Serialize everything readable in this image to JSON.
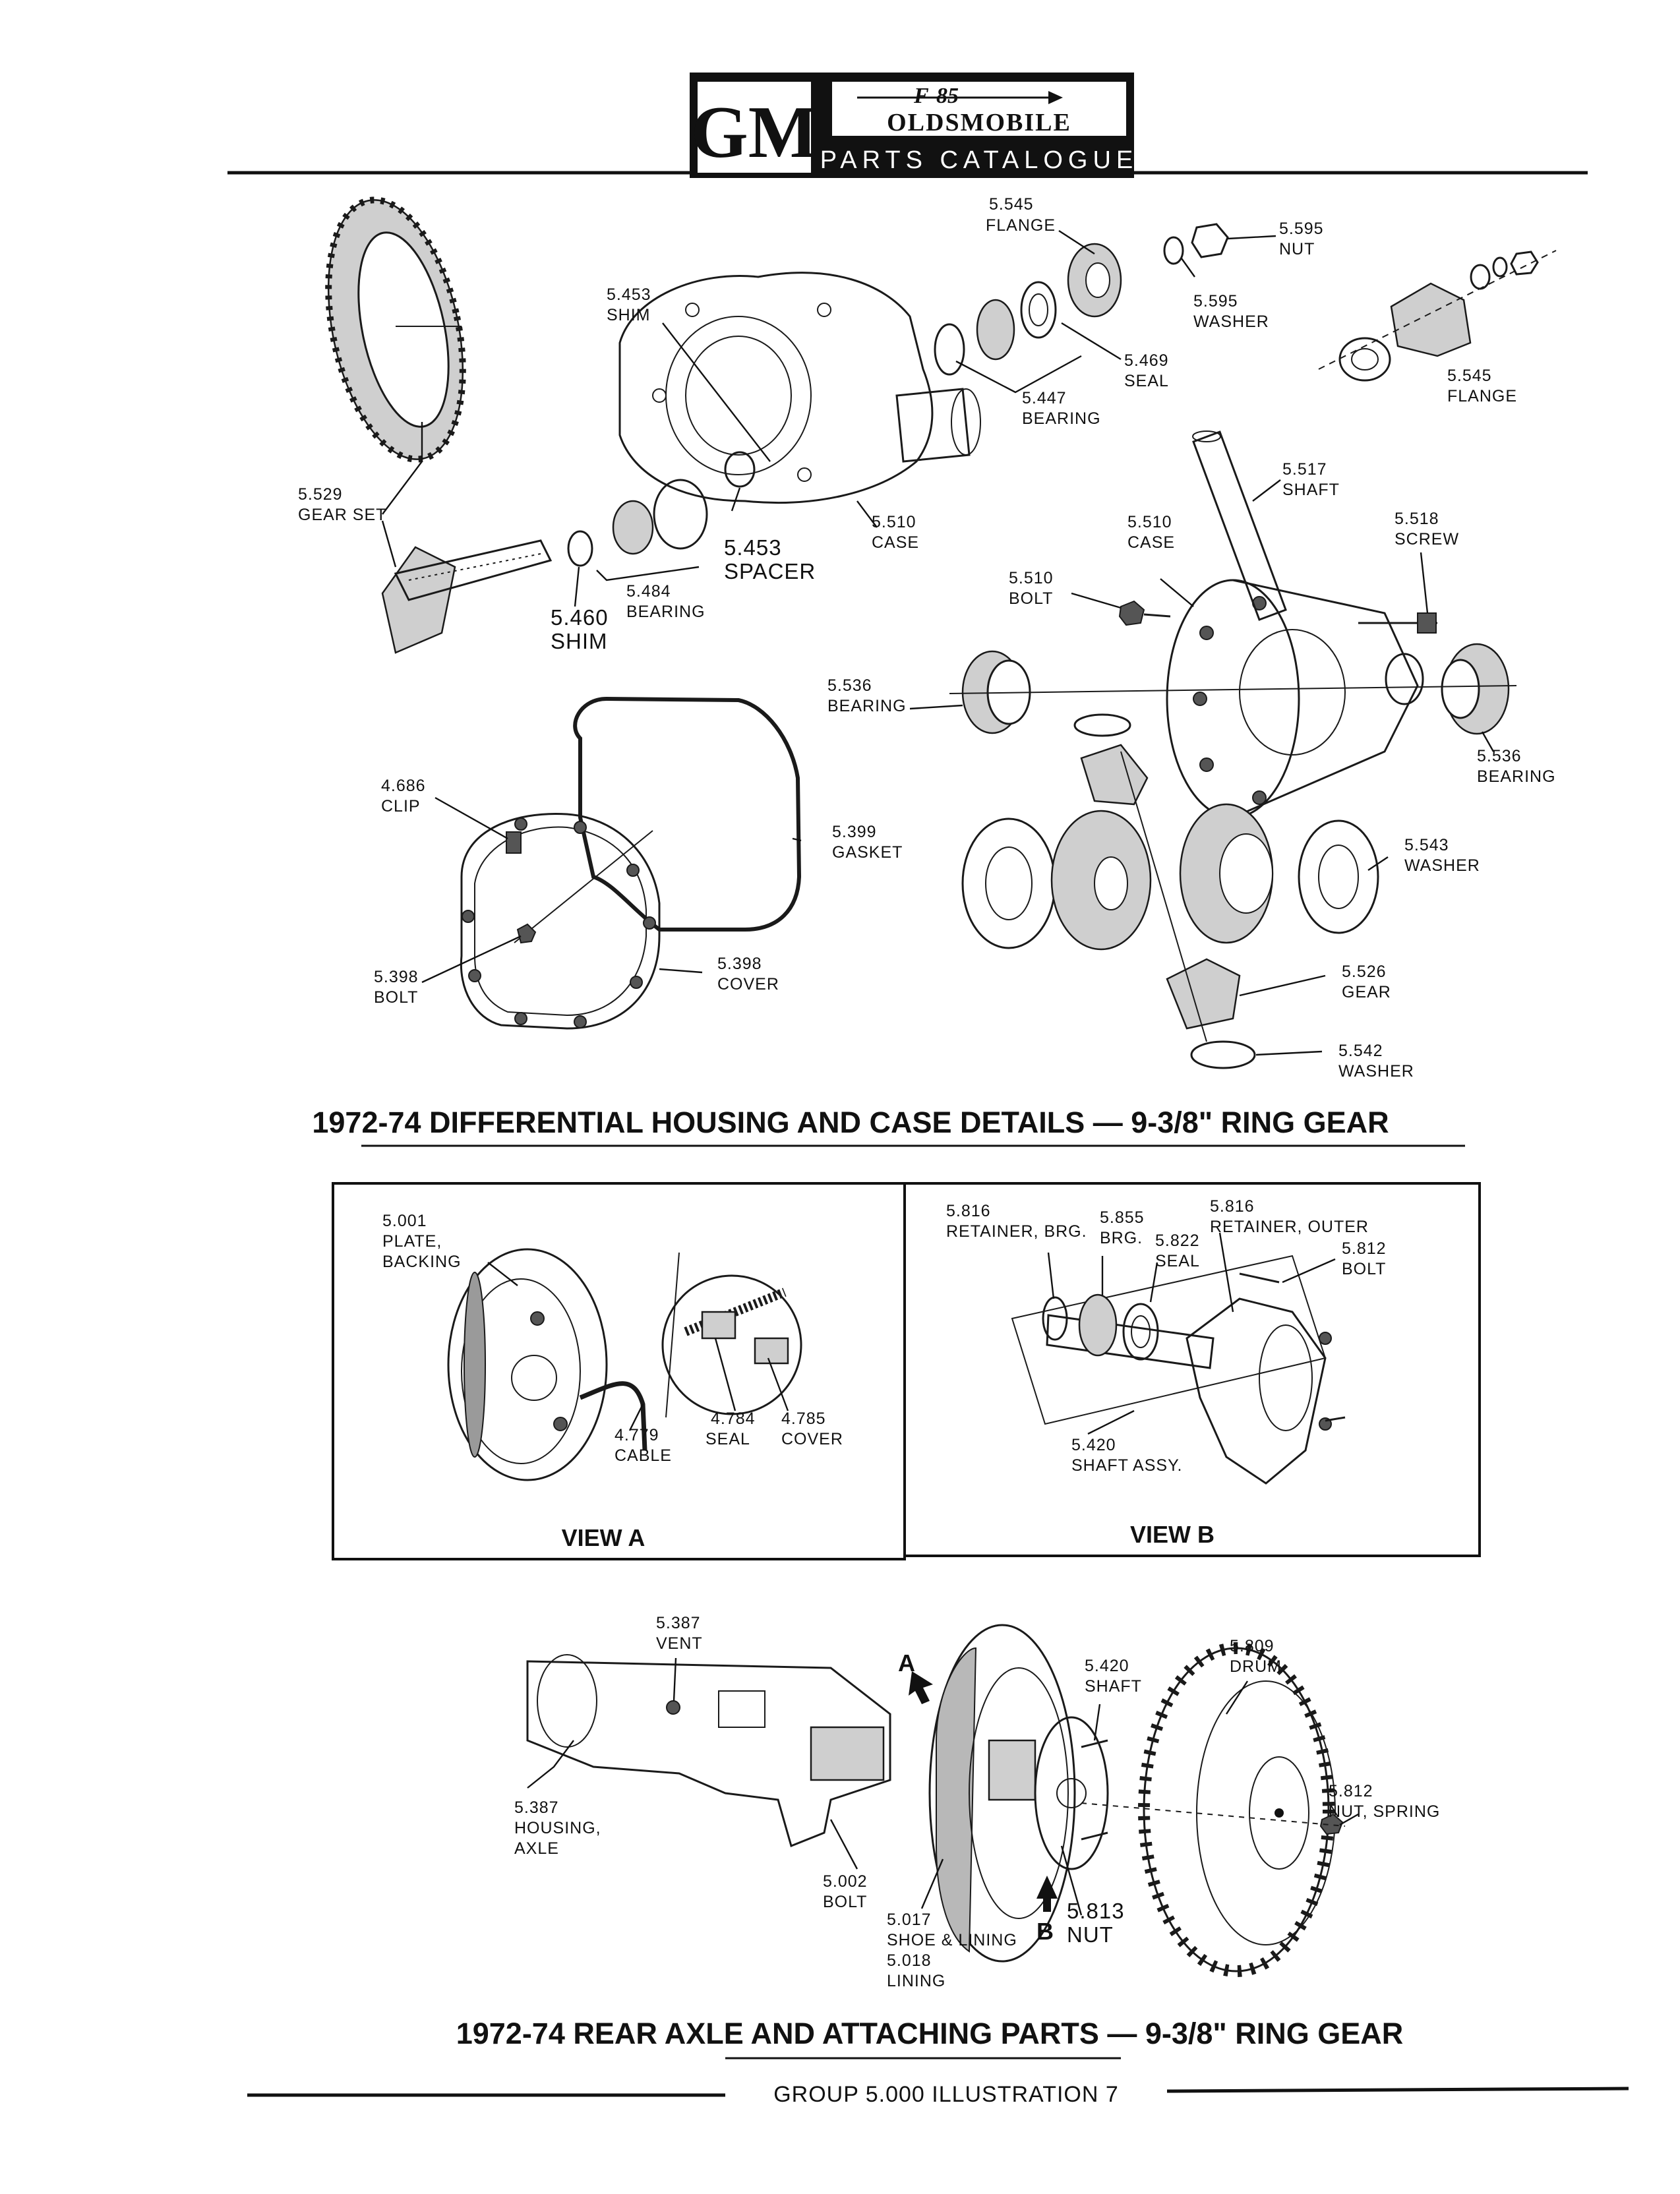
{
  "header": {
    "brand": "GM",
    "model": "F-85",
    "make": "OLDSMOBILE",
    "catalogue": "PARTS CATALOGUE"
  },
  "section1": {
    "caption": "1972-74 DIFFERENTIAL HOUSING AND CASE DETAILS — 9-3/8\" RING GEAR",
    "labels": {
      "flange_top": [
        "5.545",
        "FLANGE"
      ],
      "nut": [
        "5.595",
        "NUT"
      ],
      "washer": [
        "5.595",
        "WASHER"
      ],
      "seal": [
        "5.469",
        "SEAL"
      ],
      "bearing_pinion": [
        "5.447",
        "BEARING"
      ],
      "flange_right": [
        "5.545",
        "FLANGE"
      ],
      "shim_top": [
        "5.453",
        "SHIM"
      ],
      "gear_set": [
        "5.529",
        "GEAR SET"
      ],
      "spacer": [
        "5.453",
        "SPACER"
      ],
      "case_housing": [
        "5.510",
        "CASE"
      ],
      "bearing_484": [
        "5.484",
        "BEARING"
      ],
      "shim_460": [
        "5.460",
        "SHIM"
      ],
      "shaft_517": [
        "5.517",
        "SHAFT"
      ],
      "case_diff": [
        "5.510",
        "CASE"
      ],
      "screw": [
        "5.518",
        "SCREW"
      ],
      "bolt_510": [
        "5.510",
        "BOLT"
      ],
      "bearing_536_left": [
        "5.536",
        "BEARING"
      ],
      "bearing_536_right": [
        "5.536",
        "BEARING"
      ],
      "clip": [
        "4.686",
        "CLIP"
      ],
      "gasket": [
        "5.399",
        "GASKET"
      ],
      "washer_543": [
        "5.543",
        "WASHER"
      ],
      "bolt_398": [
        "5.398",
        "BOLT"
      ],
      "cover": [
        "5.398",
        "COVER"
      ],
      "gear_526": [
        "5.526",
        "GEAR"
      ],
      "washer_542": [
        "5.542",
        "WASHER"
      ]
    }
  },
  "viewA": {
    "title": "VIEW A",
    "labels": {
      "plate": [
        "5.001",
        "PLATE,",
        "BACKING"
      ],
      "cable": [
        "4.779",
        "CABLE"
      ],
      "seal": [
        "4.784",
        "SEAL"
      ],
      "cover": [
        "4.785",
        "COVER"
      ]
    }
  },
  "viewB": {
    "title": "VIEW B",
    "labels": {
      "retainer_brg": [
        "5.816",
        "RETAINER, BRG."
      ],
      "brg": [
        "5.855",
        "BRG."
      ],
      "seal": [
        "5.822",
        "SEAL"
      ],
      "retainer_outer": [
        "5.816",
        "RETAINER, OUTER"
      ],
      "bolt": [
        "5.812",
        "BOLT"
      ],
      "shaft_assy": [
        "5.420",
        "SHAFT ASSY."
      ]
    }
  },
  "section3": {
    "caption": "1972-74 REAR AXLE AND ATTACHING PARTS — 9-3/8\" RING GEAR",
    "labels": {
      "vent": [
        "5.387",
        "VENT"
      ],
      "marker_a": "A",
      "shaft": [
        "5.420",
        "SHAFT"
      ],
      "drum": [
        "5.809",
        "DRUM"
      ],
      "housing": [
        "5.387",
        "HOUSING,",
        "AXLE"
      ],
      "nut_spring": [
        "5.812",
        "NUT, SPRING"
      ],
      "bolt": [
        "5.002",
        "BOLT"
      ],
      "shoe": [
        "5.017",
        "SHOE & LINING",
        "5.018",
        "LINING"
      ],
      "marker_b": "B",
      "nut": [
        "5.813",
        "NUT"
      ]
    }
  },
  "footer": {
    "text": "GROUP 5.000 ILLUSTRATION 7"
  }
}
